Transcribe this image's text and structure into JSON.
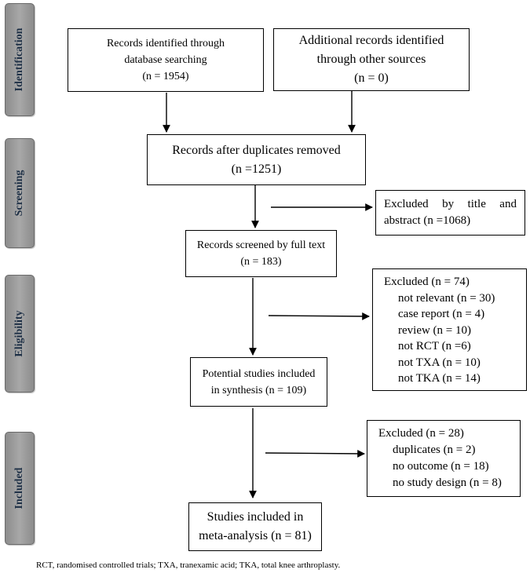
{
  "stages": {
    "identification": "Identification",
    "screening": "Screening",
    "eligibility": "Eligibility",
    "included": "Included"
  },
  "boxes": {
    "database_search": {
      "lines": [
        "Records identified through",
        "database searching",
        "(n = 1954)"
      ]
    },
    "other_sources": {
      "lines": [
        "Additional records identified",
        "through other sources",
        "(n = 0)"
      ]
    },
    "after_duplicates": {
      "lines": [
        "Records after duplicates removed",
        "(n =1251)"
      ]
    },
    "excluded_title": {
      "line1_words": [
        "Excluded",
        "by",
        "title",
        "and"
      ],
      "line2": "abstract (n =1068)"
    },
    "full_text": {
      "lines": [
        "Records screened by full text",
        "(n = 183)"
      ]
    },
    "excluded_74": {
      "header": "Excluded (n = 74)",
      "items": [
        "not relevant (n = 30)",
        "case report (n = 4)",
        "review (n = 10)",
        "not RCT (n =6)",
        "not TXA (n = 10)",
        "not TKA (n = 14)"
      ]
    },
    "potential": {
      "lines": [
        "Potential studies included",
        "in synthesis (n = 109)"
      ]
    },
    "excluded_28": {
      "header": "Excluded (n = 28)",
      "items": [
        "duplicates (n = 2)",
        "no outcome (n = 18)",
        "no study design (n = 8)"
      ]
    },
    "final": {
      "lines": [
        "Studies included in",
        "meta-analysis (n = 81)"
      ]
    }
  },
  "footnote": "RCT, randomised controlled trials; TXA, tranexamic acid; TKA, total knee arthroplasty."
}
